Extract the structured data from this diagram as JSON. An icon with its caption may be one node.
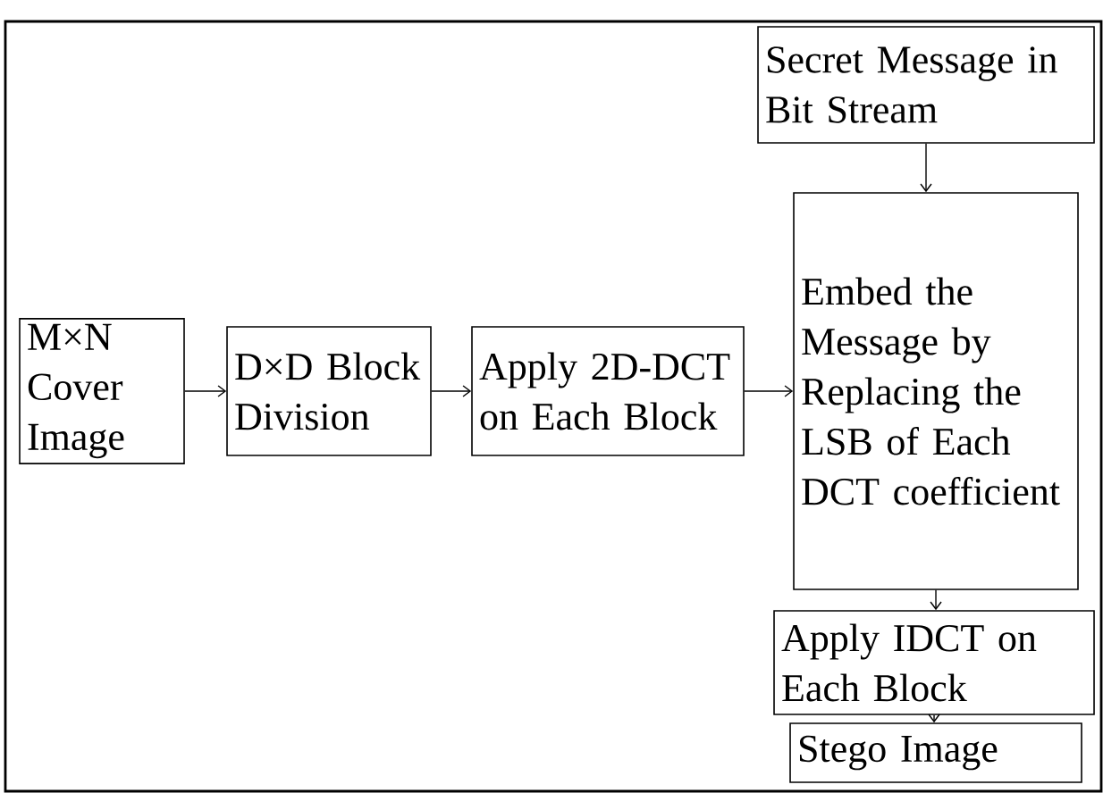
{
  "diagram": {
    "nodes": [
      {
        "text": [
          "M×N Cover Image"
        ]
      },
      {
        "text": [
          "D×D Block Division"
        ]
      },
      {
        "text": [
          "Apply 2D-DCT on Each Block"
        ]
      },
      {
        "text": [
          "Secret Message in Bit Stream"
        ]
      },
      {
        "text": [
          "Embed the Message by Replacing the LSB of Each DCT coefficient"
        ]
      },
      {
        "text": [
          "Apply IDCT on Each Block"
        ]
      },
      {
        "text": [
          "Stego Image"
        ]
      }
    ],
    "edges": [
      {
        "from": 0,
        "to": 1,
        "arrow": "to"
      },
      {
        "from": 1,
        "to": 2,
        "arrow": "to"
      },
      {
        "from": 2,
        "to": 4,
        "arrow": "to"
      },
      {
        "from": 3,
        "to": 4,
        "arrow": "to"
      },
      {
        "from": 4,
        "to": 5,
        "arrow": "to"
      },
      {
        "from": 5,
        "to": 6,
        "arrow": "to"
      }
    ]
  }
}
